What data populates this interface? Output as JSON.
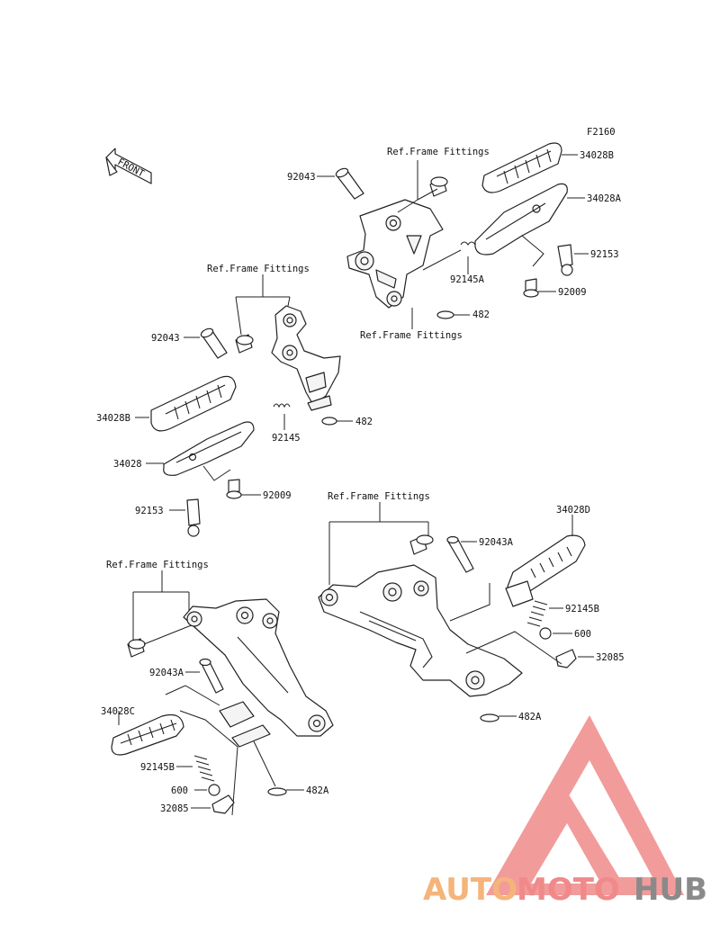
{
  "figure_code": "F2160",
  "front_label": "FRONT",
  "callouts": {
    "tr_ref": "Ref.Frame Fittings",
    "tr_ref_bottom": "Ref.Frame Fittings",
    "tr_92043": "92043",
    "tr_34028B": "34028B",
    "tr_34028A": "34028A",
    "tr_92153": "92153",
    "tr_92145A": "92145A",
    "tr_92009": "92009",
    "tr_482": "482",
    "tl_ref": "Ref.Frame Fittings",
    "tl_92043": "92043",
    "tl_34028B": "34028B",
    "tl_34028": "34028",
    "tl_92145": "92145",
    "tl_482": "482",
    "tl_92009": "92009",
    "tl_92153": "92153",
    "br_ref": "Ref.Frame Fittings",
    "br_92043A": "92043A",
    "br_34028D": "34028D",
    "br_92145B": "92145B",
    "br_600": "600",
    "br_32085": "32085",
    "br_482A": "482A",
    "bl_ref": "Ref.Frame Fittings",
    "bl_92043A": "92043A",
    "bl_34028C": "34028C",
    "bl_92145B": "92145B",
    "bl_600": "600",
    "bl_32085": "32085",
    "bl_482A": "482A"
  },
  "watermark": {
    "part1": "AUTO",
    "part2": "MOTO",
    "part3": "HUB",
    "color_orange": "#f5b47a",
    "color_red": "#f08a8a",
    "color_gray": "#8a8a8a"
  }
}
